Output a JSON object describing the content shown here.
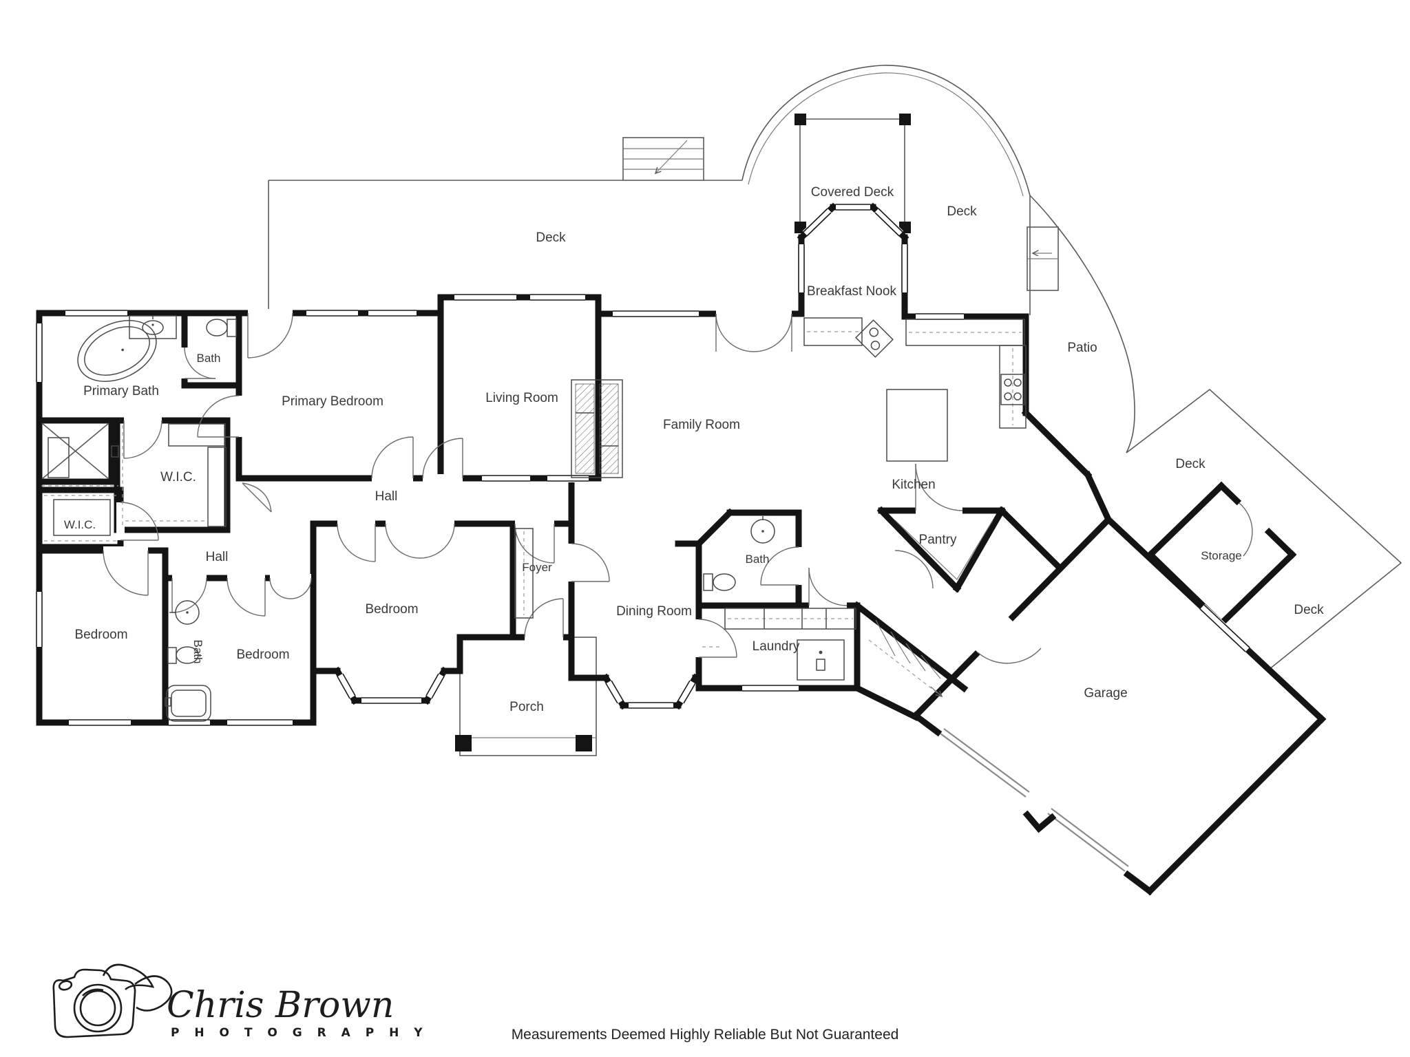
{
  "document": {
    "type": "residential floor plan",
    "background": "#ffffff"
  },
  "colors": {
    "walls": "#141414",
    "thin_lines": "#5a5a5a",
    "label_text": "#3a3a3a"
  },
  "rooms": {
    "primary_bath": "Primary Bath",
    "bath": "Bath",
    "primary_bedroom": "Primary Bedroom",
    "living_room": "Living Room",
    "family_room": "Family Room",
    "breakfast_nook": "Breakfast Nook",
    "covered_deck": "Covered Deck",
    "deck": "Deck",
    "patio": "Patio",
    "kitchen": "Kitchen",
    "pantry": "Pantry",
    "wic": "W.I.C.",
    "hall": "Hall",
    "bedroom": "Bedroom",
    "foyer": "Foyer",
    "dining_room": "Dining Room",
    "laundry": "Laundry",
    "porch": "Porch",
    "garage": "Garage",
    "storage": "Storage"
  },
  "logo": {
    "name": "Chris Brown",
    "subtitle": "P H O T O G R A P H Y"
  },
  "footer": {
    "disclaimer": "Measurements Deemed Highly Reliable But Not Guaranteed"
  }
}
